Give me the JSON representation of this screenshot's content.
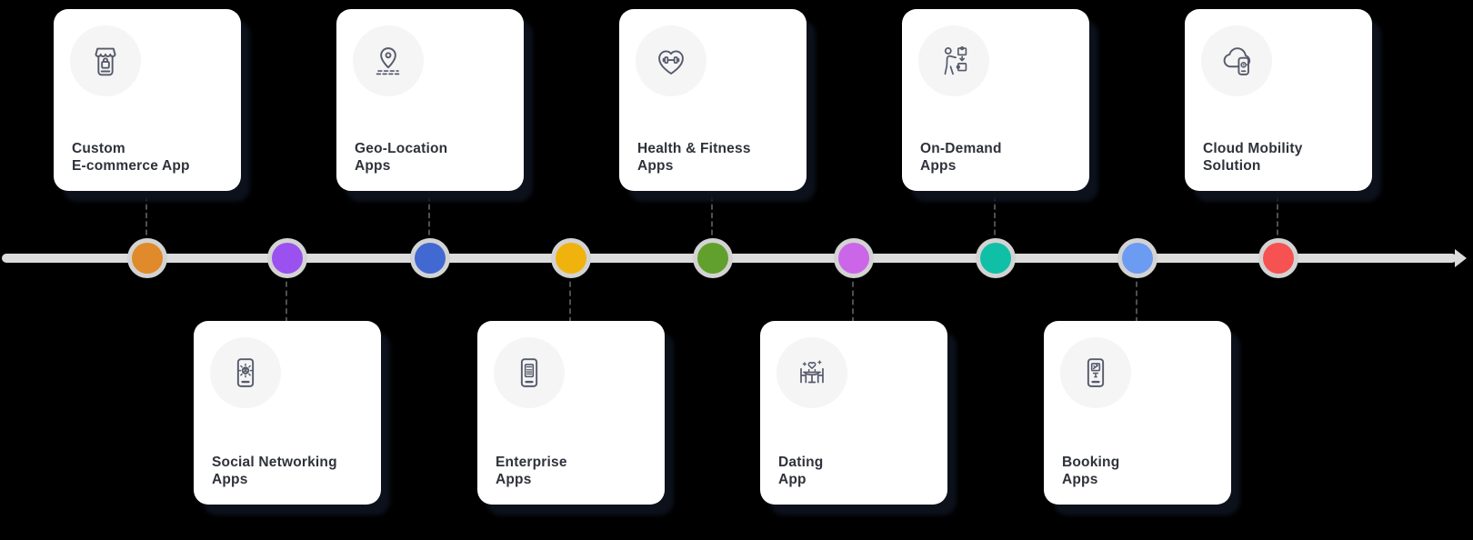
{
  "canvas": {
    "background": "#000000"
  },
  "timeline": {
    "bar_color": "#dcdcdc",
    "ring_color": "#d3d3d3",
    "connector_color": "#4f4f4f"
  },
  "cards": [
    {
      "slot": 1,
      "row": "top",
      "label_line1": "Custom",
      "label_line2": "E-commerce App",
      "icon": "store-phone-icon",
      "dot_color": "#E08A2B"
    },
    {
      "slot": 2,
      "row": "bottom",
      "label_line1": "Social Networking",
      "label_line2": "Apps",
      "icon": "phone-social-network-icon",
      "dot_color": "#9B51F0"
    },
    {
      "slot": 3,
      "row": "top",
      "label_line1": "Geo-Location",
      "label_line2": "Apps",
      "icon": "map-pin-icon",
      "dot_color": "#4169D1"
    },
    {
      "slot": 4,
      "row": "bottom",
      "label_line1": "Enterprise",
      "label_line2": "Apps",
      "icon": "phone-calculator-icon",
      "dot_color": "#F0B30E"
    },
    {
      "slot": 5,
      "row": "top",
      "label_line1": "Health & Fitness",
      "label_line2": "Apps",
      "icon": "heart-dumbbell-icon",
      "dot_color": "#62A02D"
    },
    {
      "slot": 6,
      "row": "bottom",
      "label_line1": "Dating",
      "label_line2": "App",
      "icon": "dinner-table-icon",
      "dot_color": "#CC66E8"
    },
    {
      "slot": 7,
      "row": "top",
      "label_line1": "On-Demand",
      "label_line2": "Apps",
      "icon": "person-puzzle-icon",
      "dot_color": "#0FC0A6"
    },
    {
      "slot": 8,
      "row": "bottom",
      "label_line1": "Booking",
      "label_line2": "Apps",
      "icon": "phone-ticket-icon",
      "dot_color": "#6C9BF2"
    },
    {
      "slot": 9,
      "row": "top",
      "label_line1": "Cloud Mobility",
      "label_line2": "Solution",
      "icon": "cloud-phone-icon",
      "dot_color": "#F65252"
    }
  ]
}
